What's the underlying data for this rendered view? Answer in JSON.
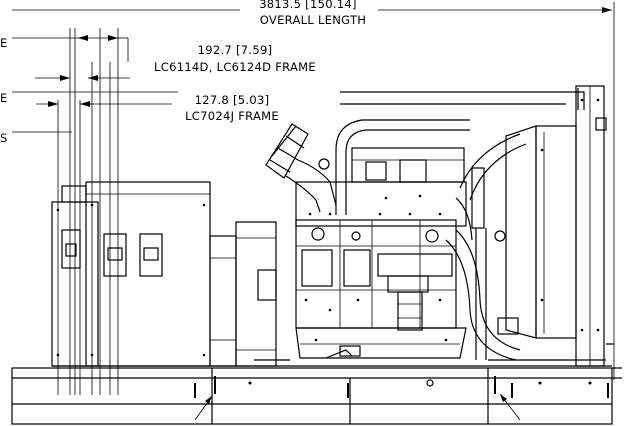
{
  "dimensions": {
    "overall": {
      "value": "3813.5 [150.14]",
      "label": "OVERALL LENGTH"
    },
    "frame_a": {
      "value": "192.7 [7.59]",
      "label": "LC6114D, LC6124D FRAME"
    },
    "frame_b": {
      "value": "127.8 [5.03]",
      "label": "LC7024J FRAME"
    }
  },
  "cut_labels": {
    "left_e1": "E",
    "left_e2": "E",
    "left_s": "S"
  }
}
